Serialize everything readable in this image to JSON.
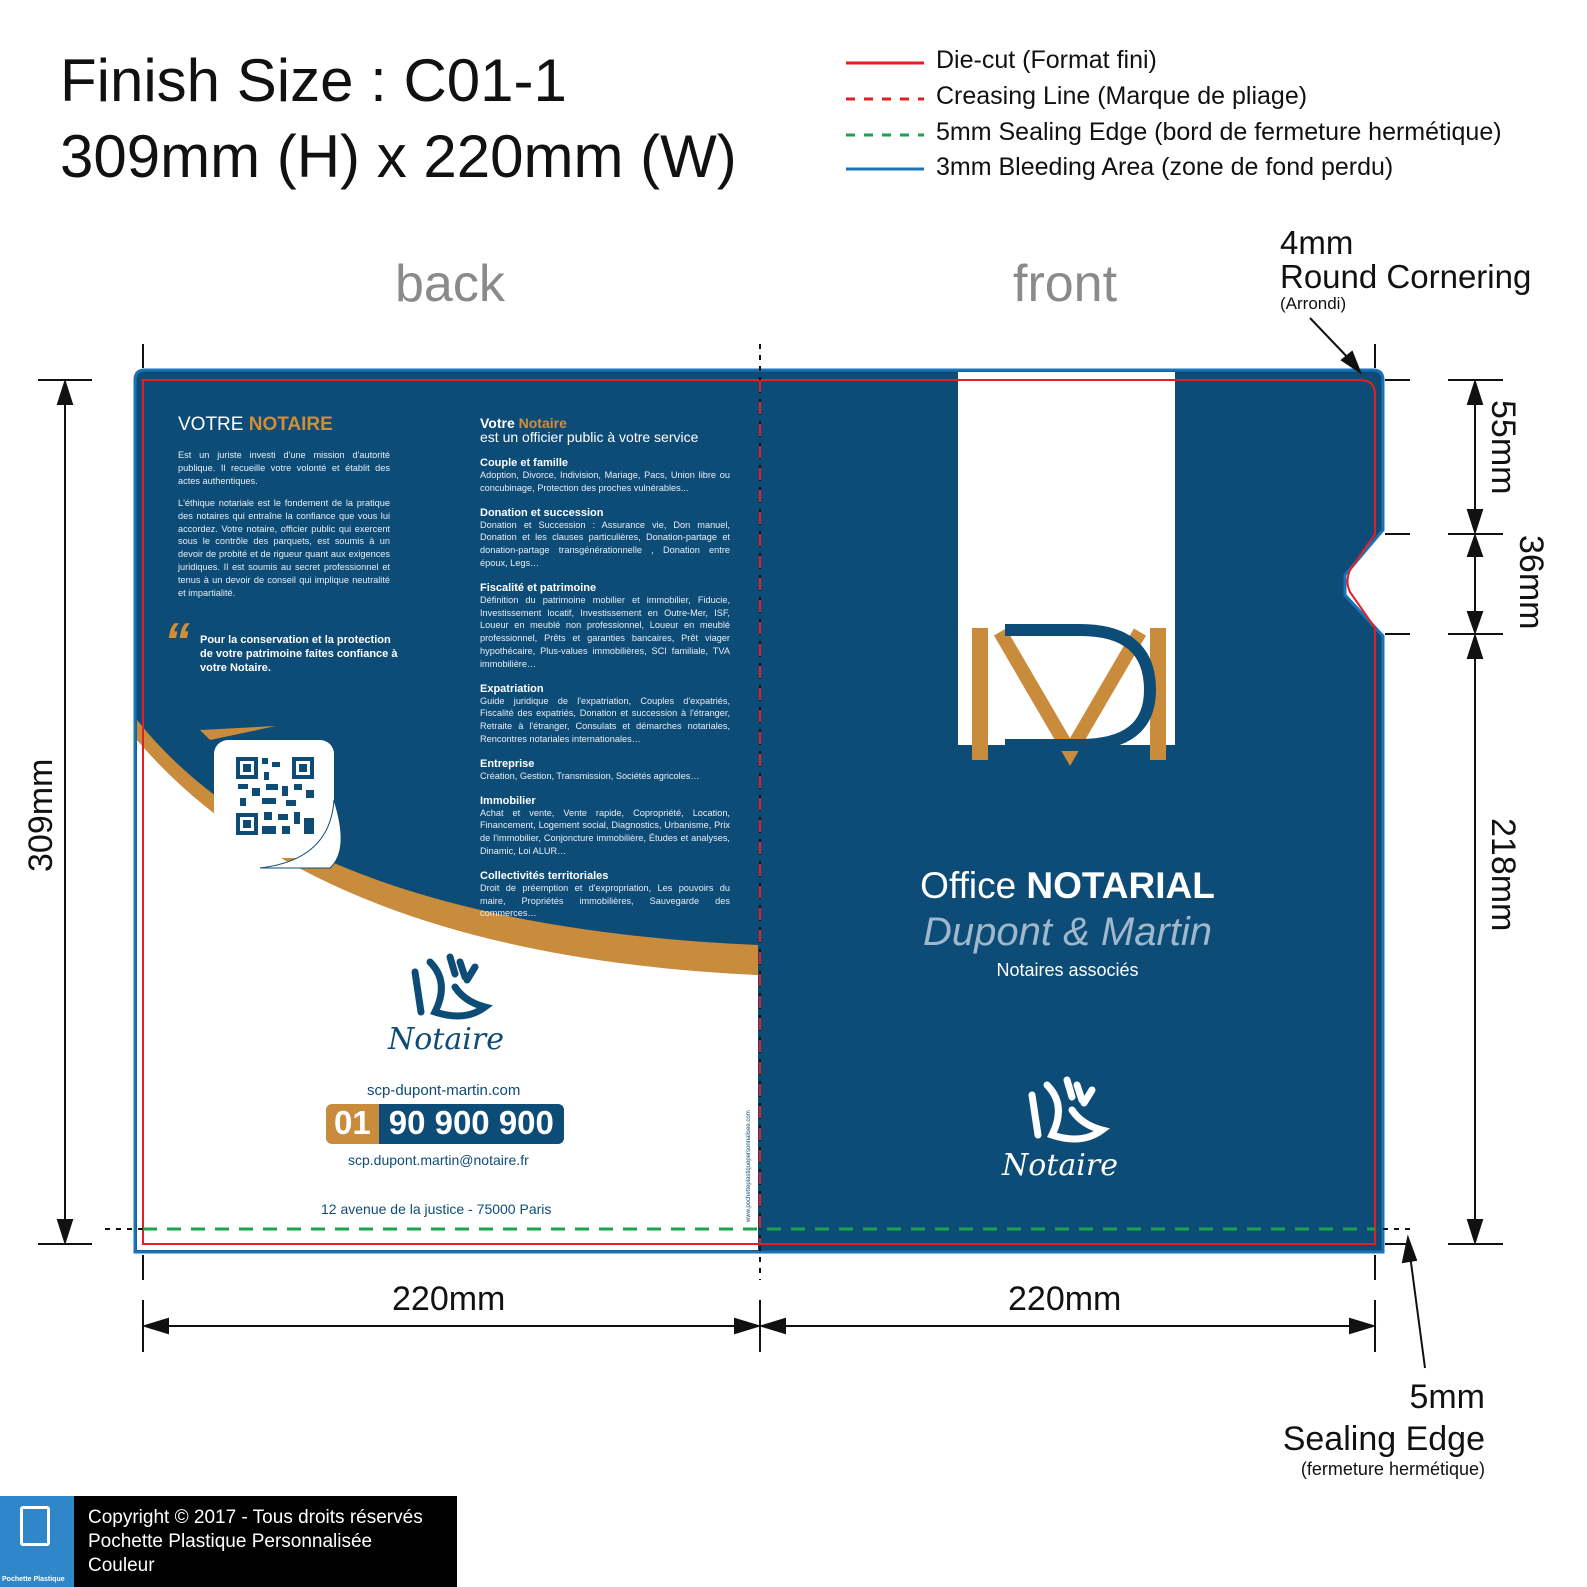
{
  "header": {
    "title_line1": "Finish Size : C01-1",
    "title_line2": "309mm (H) x 220mm (W)"
  },
  "legend": [
    {
      "label": "Die-cut (Format fini)",
      "color": "#e41e26",
      "style": "solid"
    },
    {
      "label": "Creasing Line (Marque de pliage)",
      "color": "#e41e26",
      "style": "dashed"
    },
    {
      "label": "5mm Sealing Edge (bord de fermeture hermétique)",
      "color": "#1aa34a",
      "style": "dashed"
    },
    {
      "label": "3mm Bleeding Area (zone de fond perdu)",
      "color": "#1a73b8",
      "style": "solid"
    }
  ],
  "labels": {
    "back": "back",
    "front": "front"
  },
  "corner": {
    "size": "4mm",
    "title": "Round Cornering",
    "sub": "(Arrondi)"
  },
  "sealing": {
    "size": "5mm",
    "title": "Sealing Edge",
    "sub": "(fermeture hermétique)"
  },
  "dimensions": {
    "height": "309mm",
    "width_back": "220mm",
    "width_front": "220mm",
    "right_top": "55mm",
    "right_mid": "36mm",
    "right_bottom": "218mm"
  },
  "colors": {
    "navy": "#0e4c78",
    "gold": "#c98b3c"
  },
  "back": {
    "heading_a": "VOTRE ",
    "heading_b": "NOTAIRE",
    "para1": "Est un juriste investi d'une mission d'autorité publique. Il recueille votre volonté et établit des actes authentiques.",
    "para2": "L'éthique notariale est le fondement de la pratique des notaires qui entraîne la confiance que vous lui accordez. Votre notaire, officier public qui exercent sous le contrôle des parquets, est soumis à un devoir de probité et de rigueur quant aux exigences juridiques. Il est soumis au secret professionnel et tenus à un devoir de conseil qui implique neutralité et impartialité.",
    "quote_mark": "“",
    "quote": "Pour la conservation et la protection de votre patrimoine faites confiance à votre Notaire.",
    "services_title_a": "Votre ",
    "services_title_b": "Notaire",
    "services_subtitle": "est un officier public à votre service",
    "services": [
      {
        "title": "Couple et famille",
        "text": "Adoption, Divorce, Indivision, Mariage, Pacs, Union libre ou concubinage, Protection des proches vulnérables..."
      },
      {
        "title": "Donation et succession",
        "text": "Donation et Succession : Assurance vie, Don manuel, Donation et les clauses particulières, Donation-partage et donation-partage transgénérationnelle , Donation entre époux, Legs…"
      },
      {
        "title": "Fiscalité et patrimoine",
        "text": "Définition du patrimoine mobilier et immobilier, Fiducie, Investissement locatif, Investissement en Outre-Mer, ISF, Loueur en meublé non professionnel, Loueur en meublé professionnel, Prêts et garanties bancaires, Prêt viager hypothécaire,  Plus-values immobilières, SCI familiale, TVA immobilière…"
      },
      {
        "title": "Expatriation",
        "text": "Guide juridique de l'expatriation, Couples d'expatriés, Fiscalité des expatriés, Donation et succession à l'étranger, Retraite à l'étranger, Consulats et démarches notariales, Rencontres notariales internationales…"
      },
      {
        "title": "Entreprise",
        "text": "Création, Gestion, Transmission, Sociétés agricoles…"
      },
      {
        "title": "Immobilier",
        "text": "Achat et vente, Vente rapide,  Copropriété,  Location, Financement, Logement social, Diagnostics, Urbanisme, Prix de l'immobilier, Conjoncture immobilière, Études et analyses, Dinamic, Loi ALUR…"
      },
      {
        "title": "Collectivités territoriales",
        "text": "Droit de préemption et d'expropriation, Les pouvoirs du maire, Propriétés immobilières, Sauvegarde des commerces…"
      }
    ],
    "logo_text": "Notaire",
    "website": "scp-dupont-martin.com",
    "phone_prefix": "01",
    "phone_number": "90 900 900",
    "email": "scp.dupont.martin@notaire.fr",
    "address": "12 avenue de la justice - 75000 Paris",
    "vertical_url": "www.pochetteplastiquepersonnalisee.com"
  },
  "front": {
    "office_a": "Office ",
    "office_b": "NOTARIAL",
    "names": "Dupont & Martin",
    "subtitle": "Notaires associés",
    "logo_text": "Notaire"
  },
  "footer": {
    "logo_text": "Pochette Plastique",
    "line1": "Copyright © 2017 - Tous droits réservés",
    "line2": "Pochette Plastique Personnalisée Couleur"
  }
}
